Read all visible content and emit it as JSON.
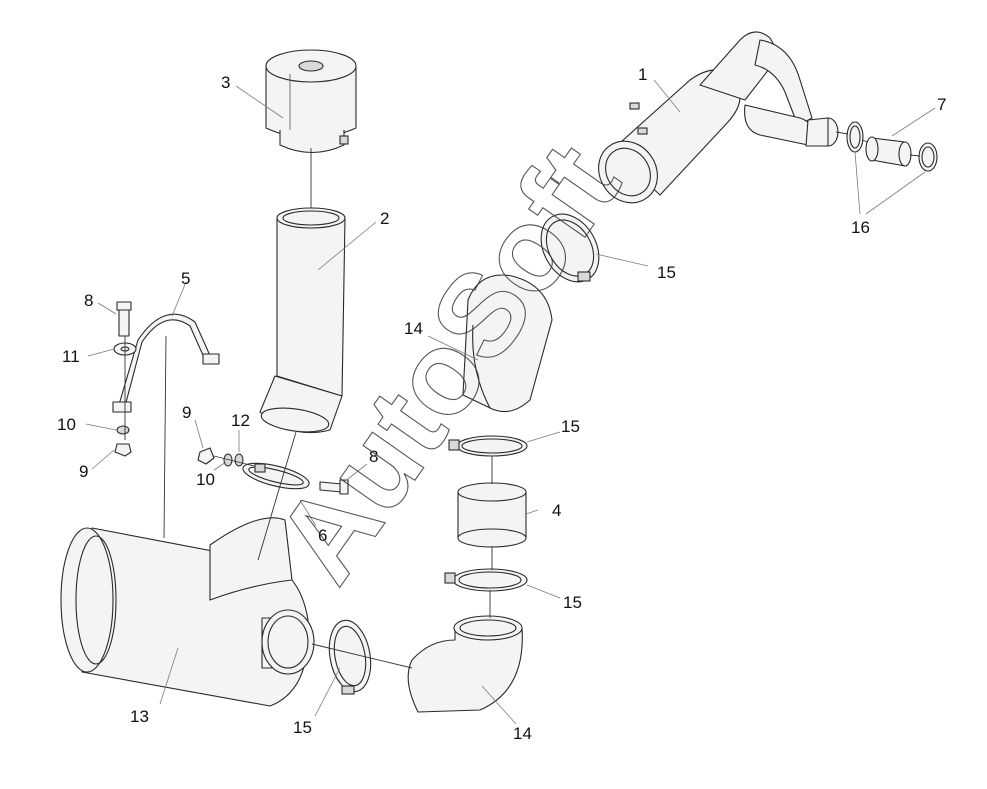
{
  "watermark": "AutoSoft",
  "callouts": {
    "c1": "1",
    "c2": "2",
    "c3": "3",
    "c4": "4",
    "c5": "5",
    "c6": "6",
    "c7": "7",
    "c8a": "8",
    "c8b": "8",
    "c9a": "9",
    "c9b": "9",
    "c10a": "10",
    "c10b": "10",
    "c11": "11",
    "c12": "12",
    "c13": "13",
    "c14a": "14",
    "c14b": "14",
    "c15a": "15",
    "c15b": "15",
    "c15c": "15",
    "c15d": "15",
    "c16": "16"
  }
}
